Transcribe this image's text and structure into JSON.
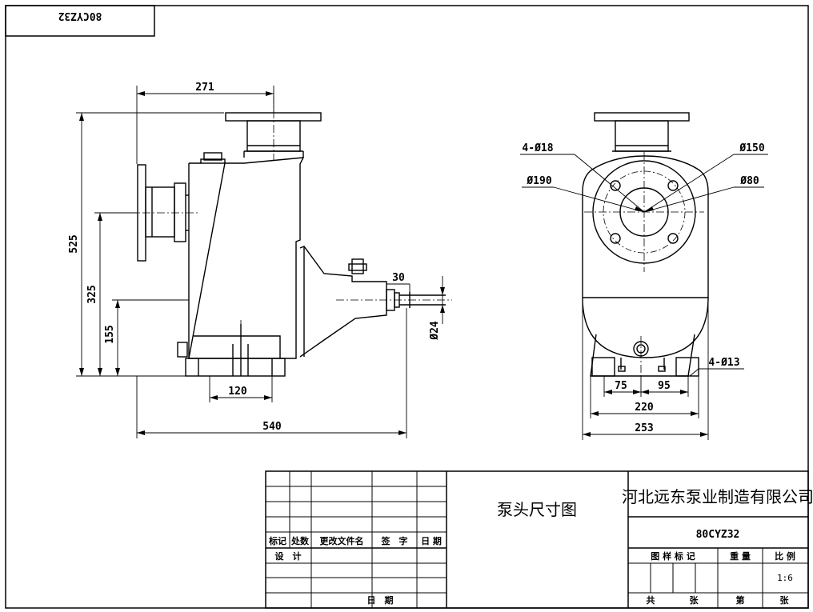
{
  "drawing_code_mirrored": "80CYZ32",
  "front_view": {
    "dims": {
      "top_width": "271",
      "total_height": "525",
      "inlet_height": "325",
      "shaft_height": "155",
      "base_width": "120",
      "total_length": "540",
      "shaft_len": "30",
      "shaft_dia": "Ø24"
    }
  },
  "side_view": {
    "dims": {
      "bolt_holes": "4-Ø18",
      "outer_dia": "Ø190",
      "pcd": "Ø150",
      "bore": "Ø80",
      "foot_holes": "4-Ø13",
      "left_75": "75",
      "right_95": "95",
      "mid_220": "220",
      "width_253": "253"
    }
  },
  "title_block": {
    "rev_headers": {
      "mark": "标记",
      "places": "处数",
      "doc_no": "更改文件名",
      "signature": "签　字",
      "date": "日 期"
    },
    "design": "设　计",
    "date_label": "日　期",
    "drawing_name": "泵头尺寸图",
    "company": "河北远东泵业制造有限公司",
    "model": "80CYZ32",
    "mark_label": "图 样 标 记",
    "weight_label": "重 量",
    "scale_label": "比 例",
    "scale_value": "1:6",
    "total_label": "共",
    "sheet_unit": "张",
    "sheet_no_label": "第",
    "sheet_unit2": "张"
  }
}
